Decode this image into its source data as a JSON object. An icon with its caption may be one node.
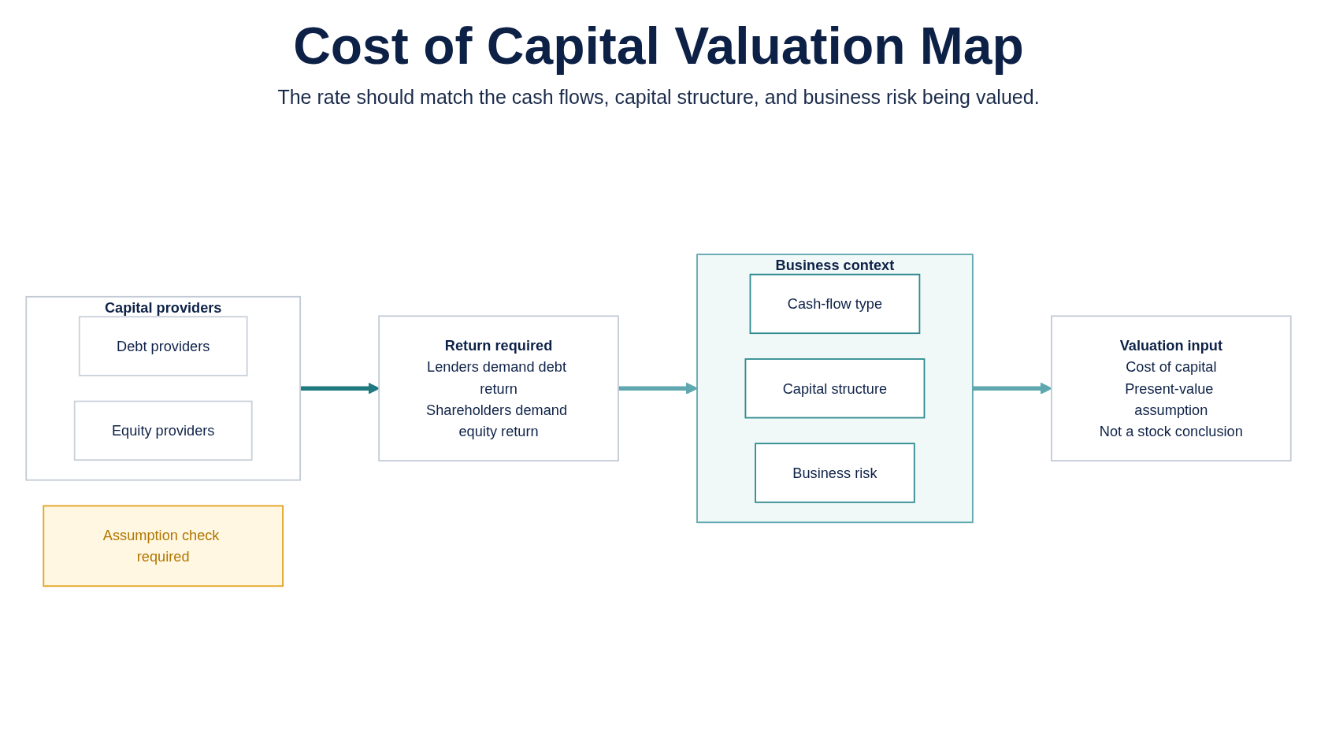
{
  "diagram": {
    "title": "Cost of Capital Valuation Map",
    "nodes": [
      {
        "text": [
          "Capital providers"
        ]
      },
      {
        "text": [
          "Debt providers"
        ],
        "in": 0
      },
      {
        "text": [
          "Equity providers"
        ],
        "in": 0
      },
      {
        "text": [
          "Return required",
          "Lenders demand debt return",
          "Shareholders demand equity return"
        ]
      },
      {
        "text": [
          "Business context"
        ]
      },
      {
        "text": [
          "Cash-flow type"
        ],
        "in": 4
      },
      {
        "text": [
          "Capital structure"
        ],
        "in": 4
      },
      {
        "text": [
          "Business risk"
        ],
        "in": 4
      },
      {
        "text": [
          "Valuation input",
          "Cost of capital",
          "Present-value assumption",
          "Not a stock conclusion"
        ]
      },
      {
        "text": [
          "Assumption check required"
        ]
      }
    ],
    "edges": [
      {
        "from": 0,
        "to": 3,
        "arrow": "to",
        "color": "#1f7a80"
      },
      {
        "from": 3,
        "to": 4,
        "arrow": "to"
      },
      {
        "from": 4,
        "to": 8,
        "arrow": "to"
      }
    ],
    "labels": [
      "The rate should match the cash flows, capital structure, and business risk being valued."
    ]
  }
}
